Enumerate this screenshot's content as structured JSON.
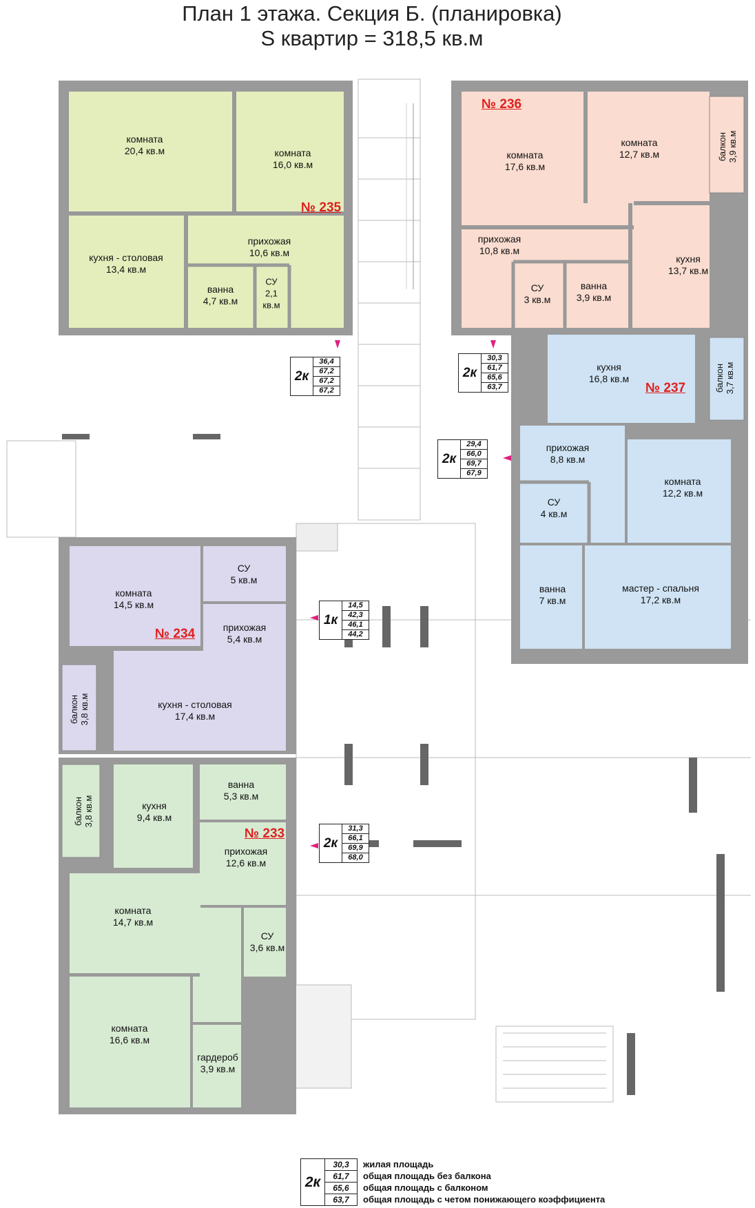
{
  "header": {
    "title_line1": "План 1 этажа. Секция Б. (планировка)",
    "title_line2": "S квартир = 318,5 кв.м"
  },
  "colors": {
    "apt235": "#e3eebc",
    "apt236": "#fadcd0",
    "apt237": "#cfe3f4",
    "apt234": "#dcd8ee",
    "apt233": "#d7ebd3",
    "walls": "#8a8a8a",
    "accent_red": "#e0201e"
  },
  "apartments": [
    {
      "number": "№ 235",
      "rooms": [
        {
          "name": "комната",
          "area": "20,4 кв.м"
        },
        {
          "name": "комната",
          "area": "16,0 кв.м"
        },
        {
          "name": "кухня - столовая",
          "area": "13,4 кв.м"
        },
        {
          "name": "прихожая",
          "area": "10,6 кв.м"
        },
        {
          "name": "ванна",
          "area": "4,7 кв.м"
        },
        {
          "name": "СУ",
          "area": "2,1 кв.м"
        }
      ],
      "summary": {
        "type": "2к",
        "values": [
          "36,4",
          "67,2",
          "67,2",
          "67,2"
        ]
      }
    },
    {
      "number": "№ 236",
      "rooms": [
        {
          "name": "комната",
          "area": "17,6 кв.м"
        },
        {
          "name": "комната",
          "area": "12,7 кв.м"
        },
        {
          "name": "балкон",
          "area": "3,9 кв.м"
        },
        {
          "name": "прихожая",
          "area": "10,8 кв.м"
        },
        {
          "name": "кухня",
          "area": "13,7 кв.м"
        },
        {
          "name": "СУ",
          "area": "3 кв.м"
        },
        {
          "name": "ванна",
          "area": "3,9 кв.м"
        }
      ],
      "summary": {
        "type": "2к",
        "values": [
          "30,3",
          "61,7",
          "65,6",
          "63,7"
        ]
      }
    },
    {
      "number": "№ 237",
      "rooms": [
        {
          "name": "кухня",
          "area": "16,8 кв.м"
        },
        {
          "name": "балкон",
          "area": "3,7 кв.м"
        },
        {
          "name": "прихожая",
          "area": "8,8 кв.м"
        },
        {
          "name": "комната",
          "area": "12,2 кв.м"
        },
        {
          "name": "СУ",
          "area": "4 кв.м"
        },
        {
          "name": "ванна",
          "area": "7 кв.м"
        },
        {
          "name": "мастер - спальня",
          "area": "17,2 кв.м"
        }
      ],
      "summary": {
        "type": "2к",
        "values": [
          "29,4",
          "66,0",
          "69,7",
          "67,9"
        ]
      }
    },
    {
      "number": "№ 234",
      "rooms": [
        {
          "name": "комната",
          "area": "14,5 кв.м"
        },
        {
          "name": "СУ",
          "area": "5 кв.м"
        },
        {
          "name": "прихожая",
          "area": "5,4 кв.м"
        },
        {
          "name": "балкон",
          "area": "3,8 кв.м"
        },
        {
          "name": "кухня - столовая",
          "area": "17,4 кв.м"
        }
      ],
      "summary": {
        "type": "1к",
        "values": [
          "14,5",
          "42,3",
          "46,1",
          "44,2"
        ]
      }
    },
    {
      "number": "№ 233",
      "rooms": [
        {
          "name": "балкон",
          "area": "3,8 кв.м"
        },
        {
          "name": "кухня",
          "area": "9,4 кв.м"
        },
        {
          "name": "ванна",
          "area": "5,3 кв.м"
        },
        {
          "name": "прихожая",
          "area": "12,6 кв.м"
        },
        {
          "name": "комната",
          "area": "14,7 кв.м"
        },
        {
          "name": "СУ",
          "area": "3,6 кв.м"
        },
        {
          "name": "комната",
          "area": "16,6 кв.м"
        },
        {
          "name": "гардероб",
          "area": "3,9 кв.м"
        }
      ],
      "summary": {
        "type": "2к",
        "values": [
          "31,3",
          "66,1",
          "69,9",
          "68,0"
        ]
      }
    }
  ],
  "legend": {
    "type": "2к",
    "values": [
      "30,3",
      "61,7",
      "65,6",
      "63,7"
    ],
    "descriptions": [
      "жилая площадь",
      "общая площадь без балкона",
      "общая площадь с балконом",
      "общая площадь с четом понижающего коэффициента"
    ]
  }
}
